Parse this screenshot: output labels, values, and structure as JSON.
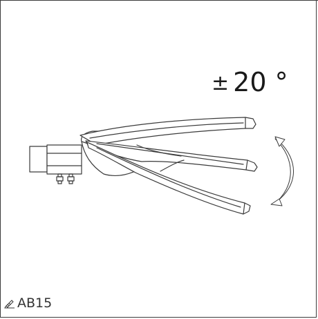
{
  "diagram": {
    "angle_label": "± 20 °",
    "angle_symbol": "±",
    "angle_value": "20 °",
    "code_label": "AB15",
    "icon": "pencil-ruler-icon",
    "line_color": "#3a3a3a"
  }
}
